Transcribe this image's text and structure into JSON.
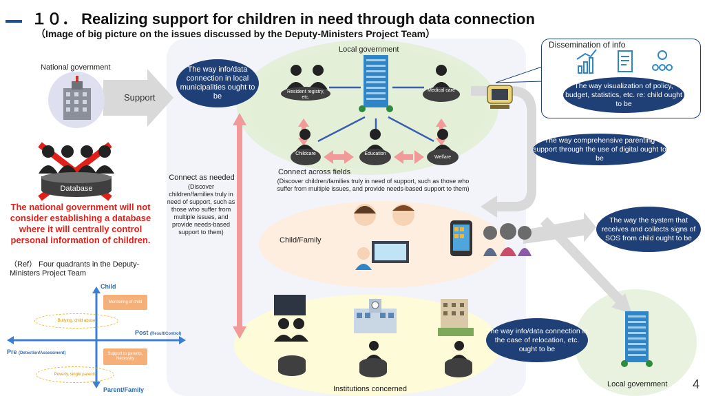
{
  "header": {
    "title": "１０． Realizing support for children in need through data connection",
    "subtitle": "（Image of big picture on the issues discussed by the Deputy-Ministers Project Team）"
  },
  "national": {
    "label": "National government",
    "support_label": "Support",
    "database_label": "Database",
    "warning": "The national government will not consider establishing a database where it will centrally control personal information of children."
  },
  "local": {
    "label": "Local government",
    "bubble_info": "The way info/data connection in local municipalities ought to be",
    "nodes": {
      "registry": "Resident registry, etc.",
      "medical": "Medical care",
      "childcare": "Childcare",
      "education": "Education",
      "welfare": "Welfare"
    },
    "connect_fields": "Connect across fields",
    "connect_fields_detail": "(Discover children/families truly in need of support, such as those who suffer from multiple issues, and provide needs-based support to them)"
  },
  "connect_needed": {
    "title": "Connect as needed",
    "detail": "(Discover children/families truly in need of support, such as those who suffer from multiple issues, and provide needs-based support to them)"
  },
  "dissemination": {
    "title": "Dissemination of info",
    "bubble": "The way visualization of policy, budget, statistics, etc. re: child ought to be"
  },
  "bubbles": {
    "comprehensive": "The way comprehensive parenting support through the use of digital ought to be",
    "sos": "The way the system that receives and collects signs of SOS from child ought to be",
    "relocation": "The way info/data connection in the case of relocation, etc. ought to be"
  },
  "child_family": {
    "label": "Child/Family"
  },
  "institutions": {
    "label": "Institutions concerned"
  },
  "local_bottom": {
    "label": "Local government"
  },
  "reference": {
    "title": "（Ref） Four quadrants in the Deputy-Ministers Project Team",
    "axis_top": "Child",
    "axis_bottom": "Parent/Family",
    "axis_right": "Post",
    "axis_right_sub": "(Result/Control)",
    "axis_left": "Pre",
    "axis_left_sub": "(Detection/Assessment)",
    "box_monitoring": "Monitoring of child",
    "oval_bullying": "Bullying, child abuse",
    "box_support": "Support to parents, Necessity",
    "oval_poverty": "Poverty, single parents"
  },
  "page_number": "4",
  "colors": {
    "navy": "#1f3f77",
    "red": "#e0201a",
    "pink_arrow": "#f29a9a",
    "grey_arrow": "#d9d9d9",
    "blue_line": "#3b5fb0"
  }
}
